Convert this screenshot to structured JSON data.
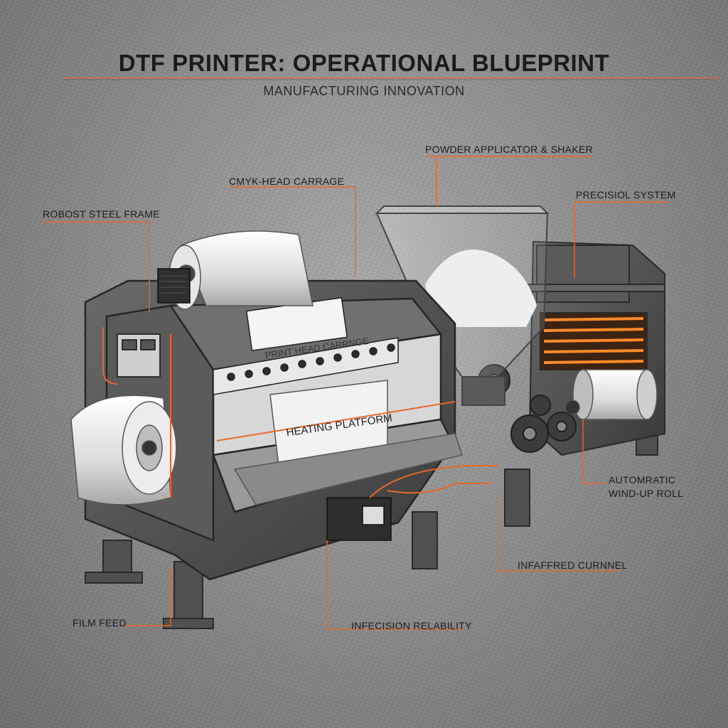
{
  "header": {
    "title": "DTF PRINTER: OPERATIONAL BLUEPRINT",
    "subtitle": "MANUFACTURING INNOVATION"
  },
  "callouts": {
    "powder_applicator": "POWDER APPLICATOR & SHAKER",
    "cmyk_head": "CMYK-HEAD CARRAGE",
    "precision_system": "PRECISIOL SYSTEM",
    "steel_frame": "ROBOST STEEL FRAME",
    "wind_up_line1": "AUTOMRATIC",
    "wind_up_line2": "WIND-UP ROLL",
    "infrared_tunnel": "INFAFFRED CURNNEL",
    "precision_reliability": "INFECISION RELABILITY",
    "film_feed": "FILM FEED"
  },
  "machine_labels": {
    "print_head_carriage": "PRINT HEAD CARRNGE",
    "heating_platform": "HEATING PLATFORM"
  },
  "colors": {
    "accent": "#e8682a",
    "frame": "#4a4a4a",
    "heater_glow": "#ff8a2a"
  }
}
